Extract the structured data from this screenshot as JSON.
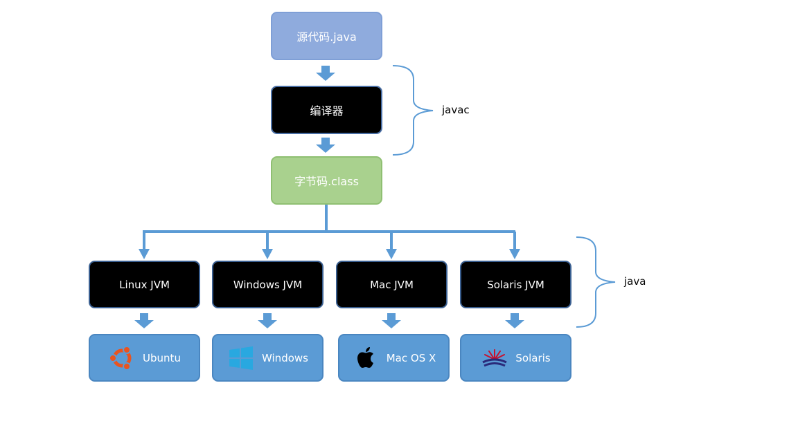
{
  "diagram": {
    "source": "源代码.java",
    "compiler": "编译器",
    "bytecode": "字节码.class",
    "brace_javac": "javac",
    "brace_java": "java",
    "jvms": [
      {
        "id": "linux",
        "label": "Linux JVM"
      },
      {
        "id": "windows",
        "label": "Windows JVM"
      },
      {
        "id": "mac",
        "label": "Mac JVM"
      },
      {
        "id": "solaris",
        "label": "Solaris JVM"
      }
    ],
    "platforms": [
      {
        "id": "ubuntu",
        "label": "Ubuntu",
        "icon": "ubuntu-icon"
      },
      {
        "id": "windows",
        "label": "Windows",
        "icon": "windows-icon"
      },
      {
        "id": "macosx",
        "label": "Mac OS X",
        "icon": "apple-icon"
      },
      {
        "id": "solaris",
        "label": "Solaris",
        "icon": "solaris-icon"
      }
    ],
    "colors": {
      "arrow": "#5b9bd5",
      "source_fill": "#8fabdd",
      "bytecode_fill": "#a9d18e",
      "os_fill": "#5b9bd5",
      "ubuntu": "#e95420",
      "windows": "#29a8e0",
      "solaris": "#c8102e"
    }
  }
}
